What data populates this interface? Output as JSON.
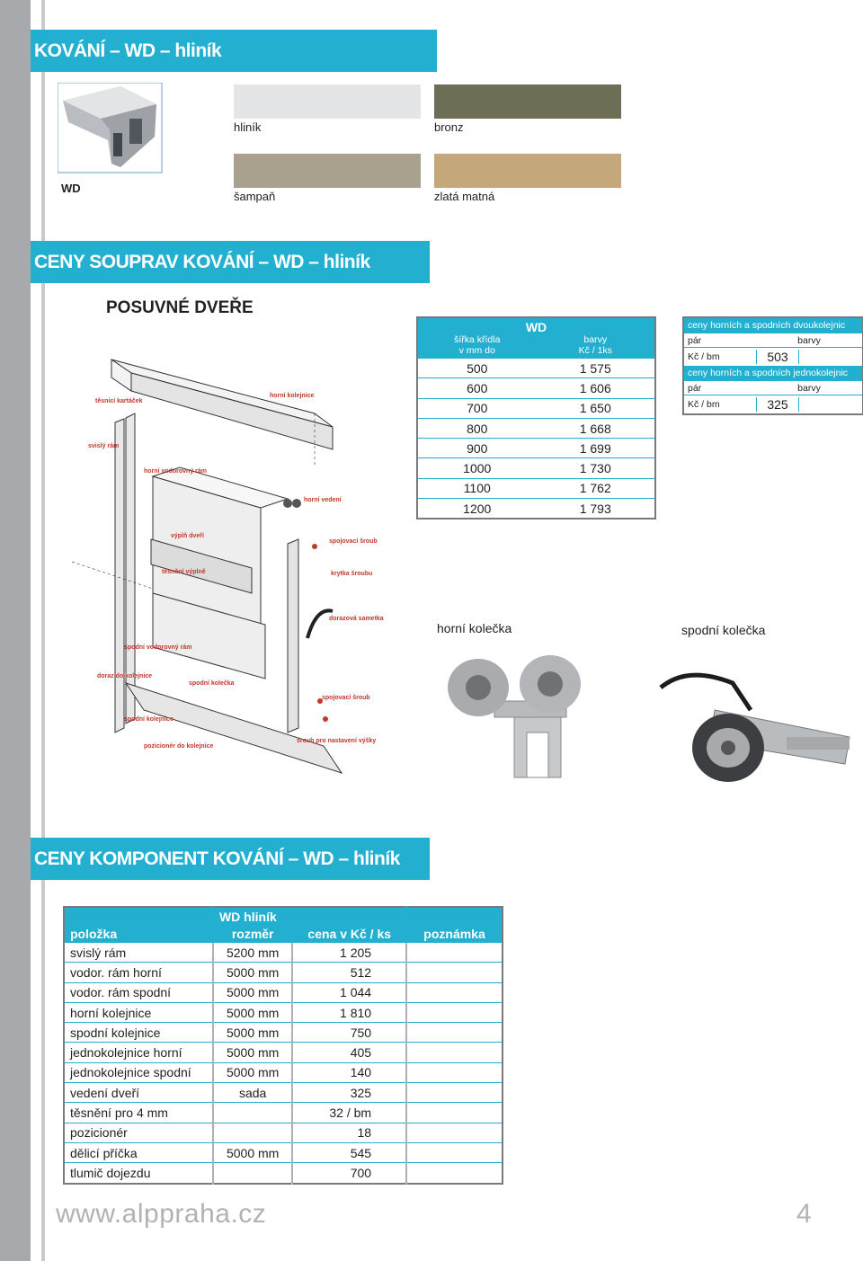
{
  "banners": {
    "main": "KOVÁNÍ – WD – hliník",
    "sets": "CENY SOUPRAV KOVÁNÍ – WD – hliník",
    "components": "CENY KOMPONENT KOVÁNÍ – WD – hliník"
  },
  "profile_label": "WD",
  "swatches": [
    {
      "label": "hliník",
      "color": "#e4e5e6"
    },
    {
      "label": "bronz",
      "color": "#6e6d55"
    },
    {
      "label": "šampaň",
      "color": "#a9a08e"
    },
    {
      "label": "zlatá matná",
      "color": "#c4a87c"
    }
  ],
  "section_title": "POSUVNÉ DVEŘE",
  "diagram_labels": [
    "těsnicí kartáček",
    "svislý rám",
    "horní vodorovný rám",
    "horní kolejnice",
    "horní vedení",
    "výplň dveří",
    "spojovací šroub",
    "těsnění výplně",
    "krytka šroubu",
    "dorazová sametka",
    "spodní vodorovný rám",
    "doraz do kolejnice",
    "spodní kolečka",
    "spojovací šroub",
    "spodní kolejnice",
    "šroub pro nastavení výšky",
    "pozicionér do kolejnice"
  ],
  "wd_table": {
    "title": "WD",
    "col1": [
      "šířka křídla",
      "v mm do"
    ],
    "col2": [
      "barvy",
      "Kč / 1ks"
    ],
    "rows": [
      [
        "500",
        "1 575"
      ],
      [
        "600",
        "1 606"
      ],
      [
        "700",
        "1 650"
      ],
      [
        "800",
        "1 668"
      ],
      [
        "900",
        "1 699"
      ],
      [
        "1000",
        "1 730"
      ],
      [
        "1100",
        "1 762"
      ],
      [
        "1200",
        "1 793"
      ]
    ]
  },
  "pair_box": {
    "double_title": "ceny horních a spodních dvoukolejnic",
    "single_title": "ceny horních a spodních jednokolejnic",
    "pair": "pár",
    "colors": "barvy",
    "unit": "Kč / bm",
    "double_value": "503",
    "single_value": "325"
  },
  "wheels": {
    "top": "horní kolečka",
    "bottom": "spodní kolečka"
  },
  "components": {
    "group": "WD hliník",
    "headers": [
      "položka",
      "rozměr",
      "cena v Kč / ks",
      "poznámka"
    ],
    "rows": [
      [
        "svislý rám",
        "5200 mm",
        "1 205",
        ""
      ],
      [
        "vodor. rám horní",
        "5000 mm",
        "512",
        ""
      ],
      [
        "vodor. rám spodní",
        "5000 mm",
        "1 044",
        ""
      ],
      [
        "horní kolejnice",
        "5000 mm",
        "1 810",
        ""
      ],
      [
        "spodní kolejnice",
        "5000 mm",
        "750",
        ""
      ],
      [
        "jednokolejnice horní",
        "5000 mm",
        "405",
        ""
      ],
      [
        "jednokolejnice spodní",
        "5000 mm",
        "140",
        ""
      ],
      [
        "vedení dveří",
        "sada",
        "325",
        ""
      ],
      [
        "těsnění pro 4 mm",
        "",
        "32 / bm",
        ""
      ],
      [
        "pozicionér",
        "",
        "18",
        ""
      ],
      [
        "dělicí příčka",
        "5000 mm",
        "545",
        ""
      ],
      [
        "tlumič dojezdu",
        "",
        "700",
        ""
      ]
    ]
  },
  "footer": {
    "url": "www.alppraha.cz",
    "page": "4"
  },
  "colors": {
    "accent": "#23b0d0",
    "sidebar": "#a7a9ac",
    "label_red": "#c0392b"
  }
}
